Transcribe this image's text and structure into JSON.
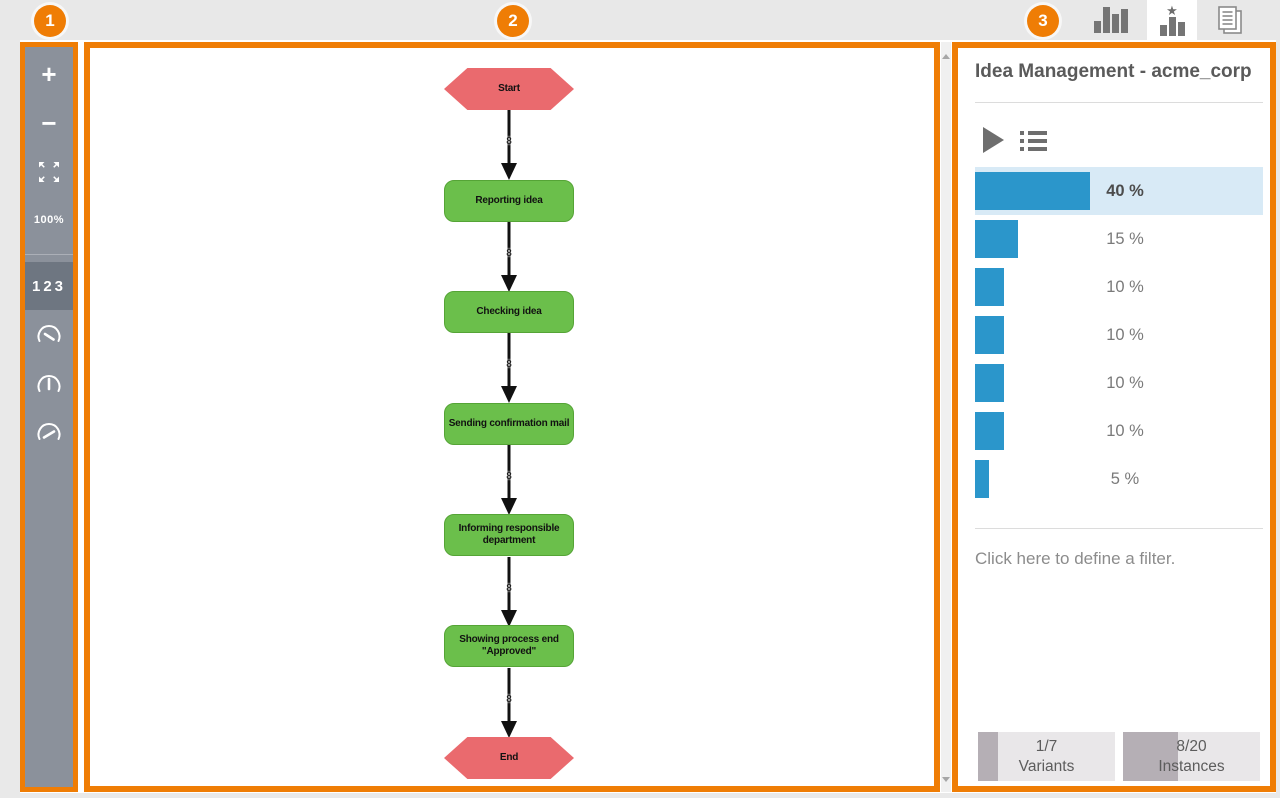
{
  "topbar": {
    "markers": [
      {
        "label": "1"
      },
      {
        "label": "2"
      },
      {
        "label": "3"
      }
    ],
    "views": [
      {
        "name": "chart-view",
        "icon": "bar-chart-icon",
        "selected": false
      },
      {
        "name": "variants-view",
        "icon": "star-bars-icon",
        "selected": true
      },
      {
        "name": "document-view",
        "icon": "documents-icon",
        "selected": false
      }
    ]
  },
  "toolbar": {
    "zoom_in": "+",
    "zoom_out": "−",
    "fit_icon": "expand-icon",
    "zoom_level": "100%",
    "frequency_label": "123",
    "gauge_icons": [
      "gauge-needle-downright-icon",
      "gauge-needle-up-icon",
      "gauge-needle-upright-icon"
    ]
  },
  "flow": {
    "nodes": [
      {
        "id": "start",
        "label": "Start",
        "type": "event"
      },
      {
        "id": "n1",
        "label": "Reporting idea",
        "type": "activity"
      },
      {
        "id": "n2",
        "label": "Checking idea",
        "type": "activity"
      },
      {
        "id": "n3",
        "label": "Sending confirmation mail",
        "type": "activity"
      },
      {
        "id": "n4",
        "label": "Informing responsible department",
        "type": "activity"
      },
      {
        "id": "n5",
        "label": "Showing process end \"Approved\"",
        "type": "activity"
      },
      {
        "id": "end",
        "label": "End",
        "type": "event"
      }
    ],
    "edges": [
      {
        "label": "8"
      },
      {
        "label": "8"
      },
      {
        "label": "8"
      },
      {
        "label": "8"
      },
      {
        "label": "8"
      },
      {
        "label": "8"
      }
    ]
  },
  "panel": {
    "title": "Idea Management - acme_corp",
    "filter_hint": "Click here to define a filter.",
    "stats": [
      {
        "value": "1/7",
        "label": "Variants",
        "fill_percent": 14.3
      },
      {
        "value": "8/20",
        "label": "Instances",
        "fill_percent": 40
      }
    ]
  },
  "chart_data": {
    "type": "bar",
    "orientation": "horizontal",
    "values": [
      40,
      15,
      10,
      10,
      10,
      10,
      5
    ],
    "labels": [
      "40 %",
      "15 %",
      "10 %",
      "10 %",
      "10 %",
      "10 %",
      "5 %"
    ],
    "selected_index": 0,
    "xlim": [
      0,
      100
    ],
    "unit": "%"
  },
  "colors": {
    "accent_orange": "#ef7d05",
    "bar_blue": "#2b96cb",
    "selected_row_bg": "#d8eaf6",
    "activity_green": "#6bbf4b",
    "event_red": "#ea6a6e",
    "toolbar_gray": "#8b919b"
  }
}
